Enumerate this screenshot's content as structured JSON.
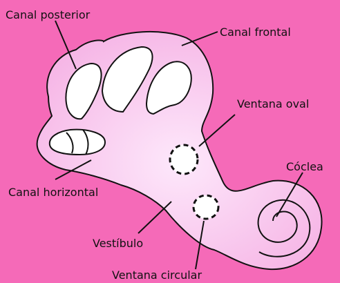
{
  "labels": {
    "posterior": "Canal posterior",
    "frontal": "Canal frontal",
    "oval": "Ventana oval",
    "coclea": "Cóclea",
    "horizontal": "Canal horizontal",
    "vestibulo": "Vestíbulo",
    "circular": "Ventana circular"
  },
  "colors": {
    "background": "#f56ab8",
    "body_fill": "#f6b6e6",
    "inner_highlight": "#fde8fb",
    "hole": "#ffffff",
    "outline": "#111111"
  }
}
